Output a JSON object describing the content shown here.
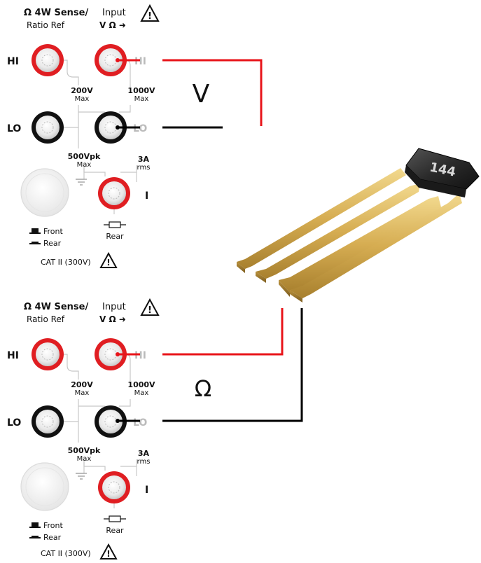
{
  "panels": [
    {
      "labels": {
        "sense": "Ω 4W Sense/",
        "ratio": "Ratio Ref",
        "input": "Input",
        "input_symbols": "V Ω ➜",
        "hi": "HI",
        "lo": "LO",
        "hi_faint": "HI",
        "lo_faint": "LO",
        "max_200_value": "200V",
        "max_200_unit": "Max",
        "max_1000_value": "1000V",
        "max_1000_unit": "Max",
        "max_500_value": "500Vpk",
        "max_500_unit": "Max",
        "rms_3a_value": "3A",
        "rms_3a_unit": "rms",
        "i": "I",
        "front": "Front",
        "rear_left": "Rear",
        "rear_fuse": "Rear",
        "cat": "CAT II (300V)"
      },
      "measurement_symbol": "V"
    },
    {
      "labels": {
        "sense": "Ω 4W Sense/",
        "ratio": "Ratio Ref",
        "input": "Input",
        "input_symbols": "V Ω ➜",
        "hi": "HI",
        "lo": "LO",
        "hi_faint": "HI",
        "lo_faint": "LO",
        "max_200_value": "200V",
        "max_200_unit": "Max",
        "max_1000_value": "1000V",
        "max_1000_unit": "Max",
        "max_500_value": "500Vpk",
        "max_500_unit": "Max",
        "rms_3a_value": "3A",
        "rms_3a_unit": "rms",
        "i": "I",
        "front": "Front",
        "rear_left": "Rear",
        "rear_fuse": "Rear",
        "cat": "CAT II (300V)"
      },
      "measurement_symbol": "Ω"
    }
  ],
  "component": {
    "marking": "144"
  },
  "colors": {
    "red_terminal": "#e01e22",
    "black_terminal": "#111111",
    "red_wire": "#e8141a",
    "black_wire": "#000000",
    "gold_lead": "#d9b25a",
    "component_body": "#2a2a2a"
  }
}
